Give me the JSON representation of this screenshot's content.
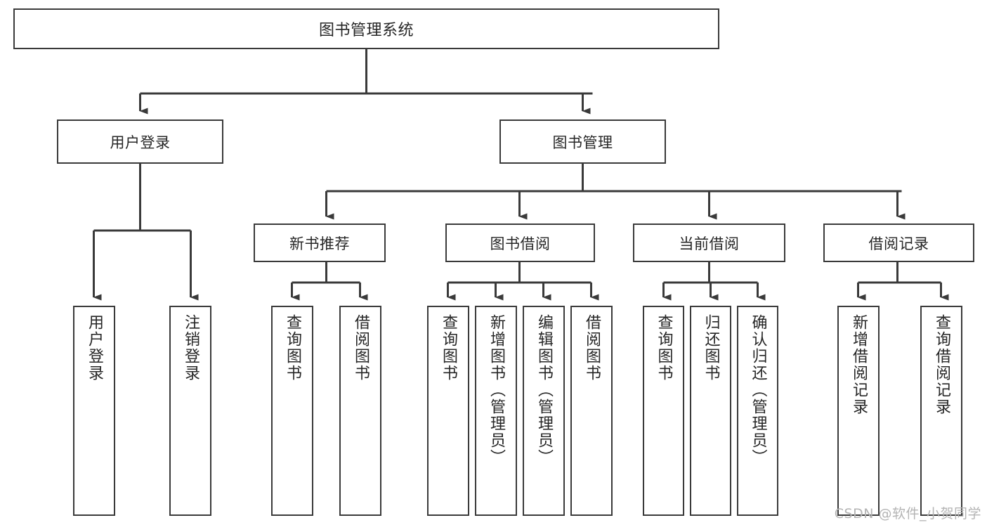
{
  "diagram": {
    "title": "图书管理系统",
    "watermark": "CSDN @软件_小贺同学",
    "root": {
      "label": "图书管理系统"
    },
    "level2": [
      {
        "label": "用户登录"
      },
      {
        "label": "图书管理"
      }
    ],
    "level3": [
      {
        "label": "新书推荐"
      },
      {
        "label": "图书借阅"
      },
      {
        "label": "当前借阅"
      },
      {
        "label": "借阅记录"
      }
    ],
    "leaves": {
      "user_login": [
        {
          "label": "用户登录"
        },
        {
          "label": "注销登录"
        }
      ],
      "new_book_recommend": [
        {
          "label": "查询图书"
        },
        {
          "label": "借阅图书"
        }
      ],
      "book_borrow": [
        {
          "label": "查询图书"
        },
        {
          "label": "新增图书（管理员）"
        },
        {
          "label": "编辑图书（管理员）"
        },
        {
          "label": "借阅图书"
        }
      ],
      "current_borrow": [
        {
          "label": "查询图书"
        },
        {
          "label": "归还图书"
        },
        {
          "label": "确认归还（管理员）"
        }
      ],
      "borrow_record": [
        {
          "label": "新增借阅记录"
        },
        {
          "label": "查询借阅记录"
        }
      ]
    }
  },
  "colors": {
    "stroke": "#3a3a3a",
    "text": "#262626",
    "background": "#ffffff",
    "watermark": "#b4b4b4"
  }
}
